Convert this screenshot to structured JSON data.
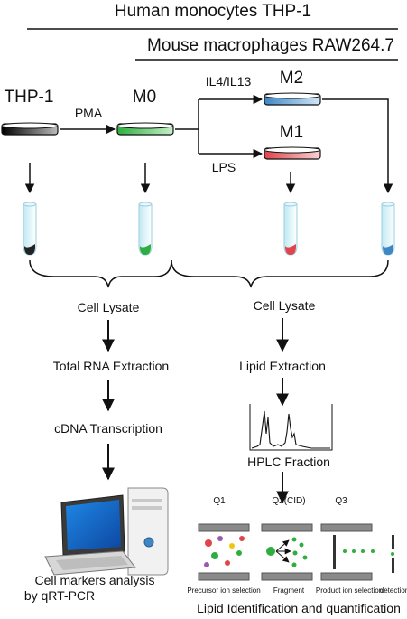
{
  "header": {
    "human": "Human monocytes THP-1",
    "mouse": "Mouse macrophages RAW264.7"
  },
  "cells": {
    "thp1": "THP-1",
    "m0": "M0",
    "m1": "M1",
    "m2": "M2",
    "pma": "PMA",
    "il4_il13": "IL4/IL13",
    "lps": "LPS"
  },
  "left_flow": {
    "lysate": "Cell Lysate",
    "rna": "Total RNA Extraction",
    "cdna": "cDNA Transcription",
    "markers_line1": "Cell markers analysis",
    "markers_line2": "by qRT-PCR"
  },
  "right_flow": {
    "lysate": "Cell Lysate",
    "lipid": "Lipid Extraction",
    "hplc": "HPLC Fraction",
    "final": "Lipid Identification and quantification"
  },
  "ms": {
    "q1": "Q1",
    "q2": "Q2(CID)",
    "q3": "Q3",
    "precursor": "Precursor ion selection",
    "fragment": "Fragment",
    "product": "Product ion selection",
    "detection": "detection"
  },
  "colors": {
    "thp1": "#1a1a1a",
    "m0": "#2fae3f",
    "m1": "#e0454b",
    "m2": "#3f86c4",
    "tube_liquid": "#cfeef6"
  }
}
